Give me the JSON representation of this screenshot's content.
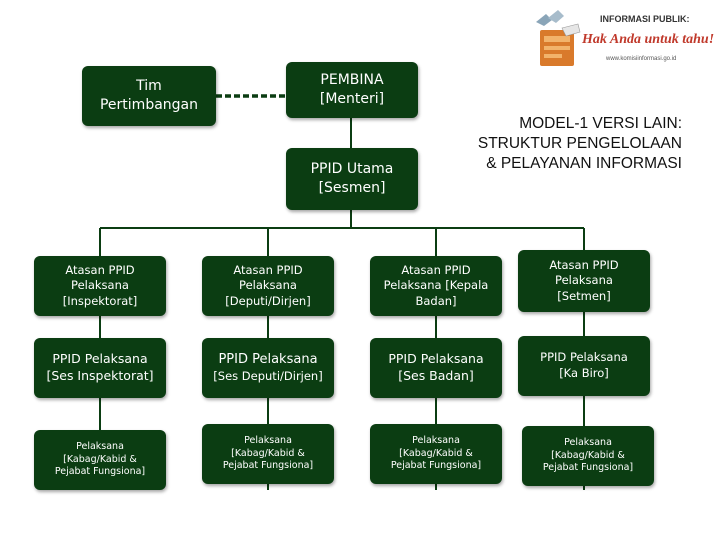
{
  "nodes": {
    "pembina": {
      "line1": "PEMBINA",
      "line2": "[Menteri]"
    },
    "tim": {
      "line1": "Tim",
      "line2": "Pertimbangan"
    },
    "utama": {
      "line1": "PPID Utama",
      "line2": "[Sesmen]"
    }
  },
  "title": {
    "line1": "MODEL-1 VERSI LAIN:",
    "line2": "STRUKTUR PENGELOLAAN",
    "line3": "& PELAYANAN INFORMASI"
  },
  "logo": {
    "heading": "INFORMASI PUBLIK:",
    "slogan": "Hak Anda untuk tahu!",
    "url": "www.komisiinformasi.go.id"
  },
  "columns": [
    {
      "atasan": [
        "Atasan PPID",
        "Pelaksana",
        "[Inspektorat]"
      ],
      "pelaksana": [
        "PPID Pelaksana",
        "[Ses Inspektorat]"
      ],
      "pejabat": [
        "Pelaksana",
        "[Kabag/Kabid &",
        "Pejabat Fungsiona]"
      ]
    },
    {
      "atasan": [
        "Atasan PPID",
        "Pelaksana",
        "[Deputi/Dirjen]"
      ],
      "pelaksana": [
        "PPID Pelaksana",
        "[Ses Deputi/Dirjen]"
      ],
      "pejabat": [
        "Pelaksana",
        "[Kabag/Kabid &",
        "Pejabat Fungsiona]"
      ]
    },
    {
      "atasan": [
        "Atasan PPID",
        "Pelaksana [Kepala",
        "Badan]"
      ],
      "pelaksana": [
        "PPID Pelaksana",
        "[Ses Badan]"
      ],
      "pejabat": [
        "Pelaksana",
        "[Kabag/Kabid &",
        "Pejabat Fungsiona]"
      ]
    },
    {
      "atasan": [
        "Atasan PPID",
        "Pelaksana",
        "[Setmen]"
      ],
      "pelaksana": [
        "PPID Pelaksana",
        "[Ka Biro]"
      ],
      "pejabat": [
        "Pelaksana",
        "[Kabag/Kabid &",
        "Pejabat Fungsiona]"
      ]
    }
  ],
  "colors": {
    "box": "#0b3d12",
    "text": "#ffffff",
    "line": "#0b3d12",
    "logo_accent": "#c0392b"
  },
  "icons": [
    "info-logo-icon"
  ]
}
